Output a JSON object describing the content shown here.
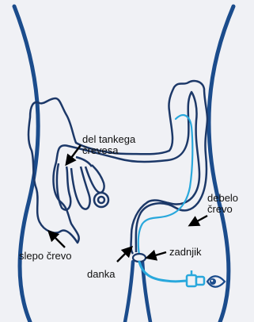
{
  "diagram": {
    "labels": {
      "small_intestine": [
        "del tankega",
        "črevesa"
      ],
      "colon": [
        "debelo",
        "črevo"
      ],
      "appendix": "slepo črevo",
      "anus": "zadnjik",
      "rectum": "danka"
    },
    "colors": {
      "background": "#f0f1f5",
      "body_outline": "#1b4c8c",
      "intestine_outline": "#1c3868",
      "scope": "#29a8dc",
      "arrow": "#000000"
    },
    "icons": [
      "eye-icon",
      "endoscope-icon"
    ]
  }
}
